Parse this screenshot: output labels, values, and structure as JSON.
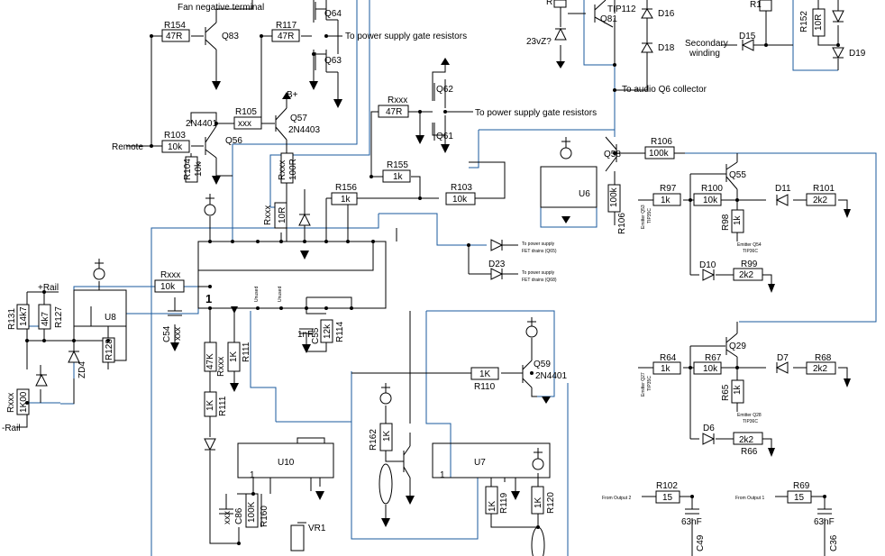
{
  "labels": {
    "fan_negative": "Fan negative terminal",
    "r154": "R154",
    "q83": "Q83",
    "r117": "R117",
    "q64": "Q64",
    "gate_resistors": "To power supply gate resistors",
    "q63": "Q63",
    "b_plus": "B+",
    "r105": "R105",
    "q56_part": "2N4401",
    "q57": "Q57",
    "q57_part": "2N4403",
    "r103": "R103",
    "remote": "Remote",
    "q56": "Q56",
    "r104": "R104",
    "rxxx": "Rxxx",
    "r156": "R156",
    "r155": "R155",
    "q62": "Q62",
    "q61": "Q61",
    "r_top": "R",
    "tip112": "TIP112",
    "q81": "Q81",
    "zener_23vz": "23vZ?",
    "d16": "D16",
    "d18": "D18",
    "audio_q6": "To audio Q6 collector",
    "r1": "R1",
    "r152": "R152",
    "d15": "D15",
    "secondary": "Secondary",
    "winding": "winding",
    "d19": "D19",
    "q58": "Q58",
    "r106": "R106",
    "u6": "U6",
    "q55": "Q55",
    "r97": "R97",
    "r100": "R100",
    "d11": "D11",
    "r101": "R101",
    "r98": "R98",
    "d10": "D10",
    "r99": "R99",
    "q29": "Q29",
    "r64": "R64",
    "r67": "R67",
    "d7": "D7",
    "r68": "R68",
    "r65": "R65",
    "d6": "D6",
    "r66": "R66",
    "to_power_supply": "To power supply",
    "fet_drains_q65": "FET drains (Q65)",
    "fet_drains_q68": "FET drains (Q68)",
    "d23": "D23",
    "emitter_q53": "Emitter Q53",
    "tip35c": "TIP35C",
    "emitter_q54": "Emitter Q54",
    "tip36c": "TIP36C",
    "emitter_q27": "Emitter Q27",
    "emitter_q28": "Emitter Q28",
    "pin1": "1",
    "unused": "Unused",
    "plus_rail": "+Rail",
    "r131": "R131",
    "r127": "R127",
    "u8": "U8",
    "r128": "R128",
    "zd4": "ZD4",
    "minus_rail": "-Rail",
    "c54": "C54",
    "r111": "R111",
    "c55": "C55",
    "r114": "R114",
    "q59": "Q59",
    "r110": "R110",
    "r162": "R162",
    "u10": "U10",
    "u7": "U7",
    "c86": "C86",
    "r160": "R160",
    "vr1": "VR1",
    "r119": "R119",
    "r120": "R120",
    "r102": "R102",
    "from_output_2": "From Output 2",
    "c49": "C49",
    "r69": "R69",
    "from_output_1": "From Output 1",
    "c36": "C36"
  },
  "values": {
    "r154": "47R",
    "r117": "47R",
    "r105": "xxx",
    "r103": "10k",
    "r104": "10k",
    "r100r": "100R",
    "r10r": "10R",
    "r156": "1k",
    "r155": "1k",
    "r47r": "47R",
    "r152": "10R",
    "r106": "100k",
    "r97": "1k",
    "r100": "10k",
    "r101": "2k2",
    "r98": "1k",
    "r99": "2k2",
    "r64": "1k",
    "r67": "10k",
    "r68": "2k2",
    "r65": "1k",
    "r66": "2k2",
    "r131": "14k7",
    "r127": "4k7",
    "r1k00": "1K00",
    "c54": "xxx",
    "r47k": "47K",
    "r111": "1K",
    "c_1nf": "1nF",
    "r114": "12k",
    "r110": "1K",
    "r162": "1K",
    "c86": "xxx",
    "r160": "100K",
    "r119": "1K",
    "r120": "1K",
    "r_15": "15",
    "c_63nf": "63nF"
  }
}
